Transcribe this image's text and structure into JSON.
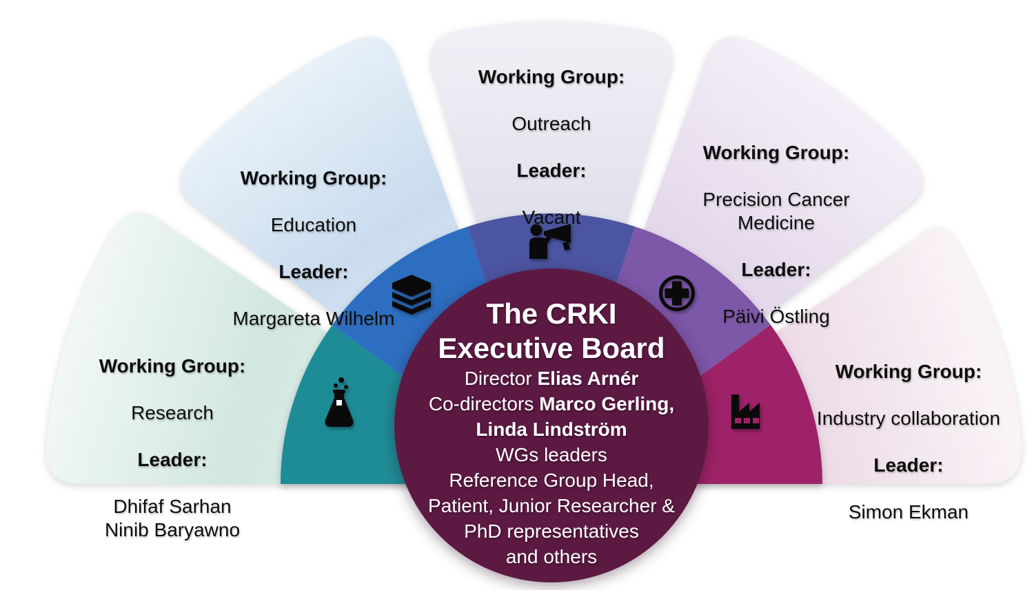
{
  "diagram": {
    "name": "CRKI organization fan diagram",
    "background": "#FFFFFF"
  },
  "center": {
    "title_line1": "The CRKI",
    "title_line2": "Executive Board",
    "director_label": "Director ",
    "director_name": "Elias Arnér",
    "codirectors_label": "Co-directors ",
    "codirector_1": "Marco Gerling,",
    "codirector_2": "Linda Lindström",
    "members_line_1": "WGs leaders",
    "members_line_2": "Reference Group Head,",
    "members_line_3": "Patient, Junior Researcher &",
    "members_line_4": "PhD representatives",
    "members_line_5": "and others"
  },
  "working_groups": [
    {
      "heading": "Working Group:",
      "name": "Research",
      "leader_label": "Leader:",
      "leader": "Dhifaf Sarhan\nNinib Baryawno",
      "icon": "flask-icon",
      "segment_color": "#1E8C96",
      "petal_gradient": {
        "apex": "#F0F7F5",
        "mid": "#D2E7E1",
        "outer": "#F2F8F6"
      }
    },
    {
      "heading": "Working Group:",
      "name": "Education",
      "leader_label": "Leader:",
      "leader": "Margareta Wilhelm",
      "icon": "books-icon",
      "segment_color": "#2D6EC0",
      "petal_gradient": {
        "apex": "#EFF5FB",
        "mid": "#C9DCEE",
        "outer": "#E9F1F8"
      }
    },
    {
      "heading": "Working Group:",
      "name": "Outreach",
      "leader_label": "Leader:",
      "leader": "Vacant",
      "icon": "megaphone-person-icon",
      "segment_color": "#4C55A2",
      "petal_gradient": {
        "apex": "#DBDBE8",
        "mid": "#E0E0EB",
        "outer": "#F1F1F7"
      }
    },
    {
      "heading": "Working Group:",
      "name": "Precision Cancer\nMedicine",
      "leader_label": "Leader:",
      "leader": "Päivi Östling",
      "icon": "medical-cross-icon",
      "segment_color": "#7D57A8",
      "petal_gradient": {
        "apex": "#DCCEE3",
        "mid": "#E3D7EA",
        "outer": "#F5EFF8"
      }
    },
    {
      "heading": "Working Group:",
      "name": "Industry collaboration",
      "leader_label": "Leader:",
      "leader": "Simon Ekman",
      "icon": "factory-icon",
      "segment_color": "#9E2268",
      "petal_gradient": {
        "apex": "#E8D2E0",
        "mid": "#ECDAE6",
        "outer": "#F9F3F7"
      }
    }
  ],
  "colors": {
    "background": "#FFFFFF",
    "center_circle": "#5C1A43",
    "icon_color": "#0A0A0A",
    "group_text_color": "#0D0D0D",
    "center_text_color": "#FFFFFF"
  }
}
